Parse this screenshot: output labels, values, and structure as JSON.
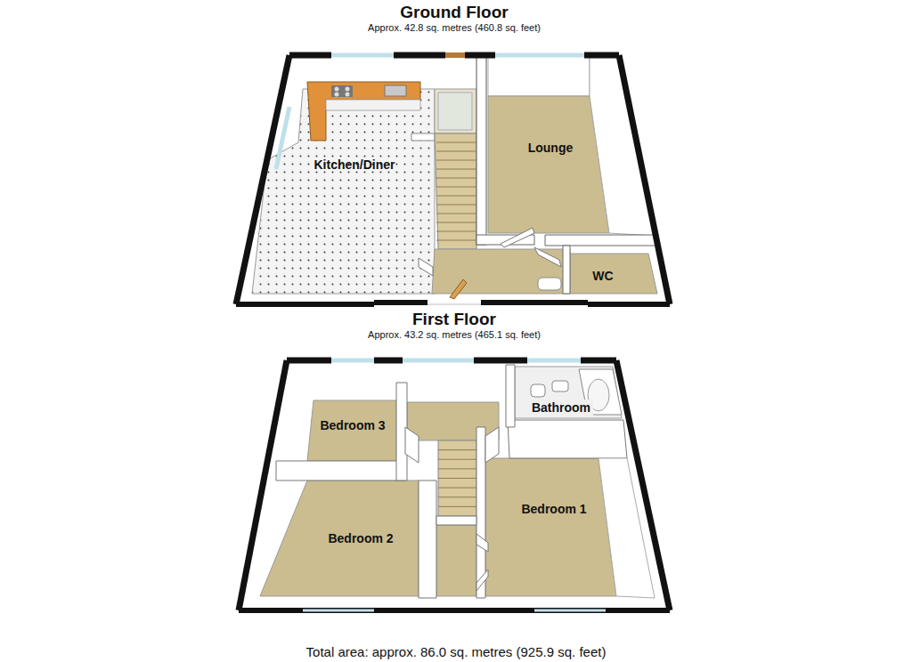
{
  "diagram": {
    "caption": "Total area: approx. 86.0 sq. metres (925.9 sq. feet)",
    "nodes": [
      {
        "text": [
          "Ground Floor",
          "Approx. 42.8 sq. metres (460.8 sq. feet)"
        ]
      },
      {
        "text": [
          "Kitchen/Diner"
        ],
        "in": 0
      },
      {
        "text": [
          "Lounge"
        ],
        "in": 0
      },
      {
        "text": [
          "WC"
        ],
        "in": 0
      },
      {
        "text": [
          "First Floor",
          "Approx. 43.2 sq. metres (465.1 sq. feet)"
        ]
      },
      {
        "text": [
          "Bedroom 3"
        ],
        "in": 4
      },
      {
        "text": [
          "Bathroom"
        ],
        "in": 4
      },
      {
        "text": [
          "Bedroom 1"
        ],
        "in": 4
      },
      {
        "text": [
          "Bedroom 2"
        ],
        "in": 4
      }
    ]
  }
}
